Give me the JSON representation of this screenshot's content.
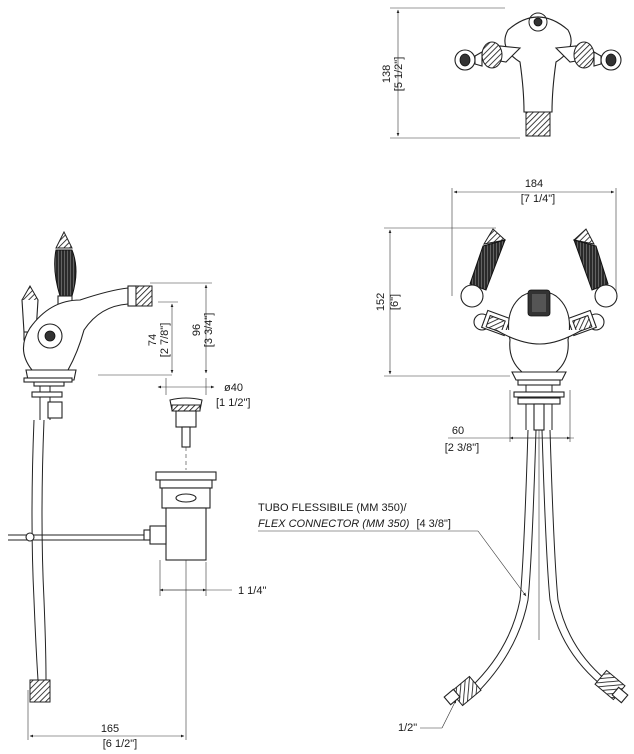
{
  "dimensions": {
    "top_height": {
      "mm": "138",
      "inch": "[5 1/2\"]"
    },
    "height_74": {
      "mm": "74",
      "inch": "[2 7/8\"]"
    },
    "height_96": {
      "mm": "96",
      "inch": "[3 3/4\"]"
    },
    "drain_diameter": {
      "mm": "ø40",
      "inch": "[1 1/2\"]"
    },
    "drain_thread": {
      "inch": "1 1/4\""
    },
    "side_reach": {
      "mm": "165",
      "inch": "[6 1/2\"]"
    },
    "front_width": {
      "mm": "184",
      "inch": "[7 1/4\"]"
    },
    "front_height": {
      "mm": "152",
      "inch": "[6\"]"
    },
    "hole_diameter": {
      "mm": "60",
      "inch": "[2 3/8\"]"
    },
    "connector_thread": {
      "inch": "1/2\""
    }
  },
  "notes": {
    "flex_it": "TUBO FLESSIBILE (MM 350)/",
    "flex_en": "FLEX CONNECTOR (MM 350)",
    "flex_en_inch": "[4 3/8\"]"
  }
}
